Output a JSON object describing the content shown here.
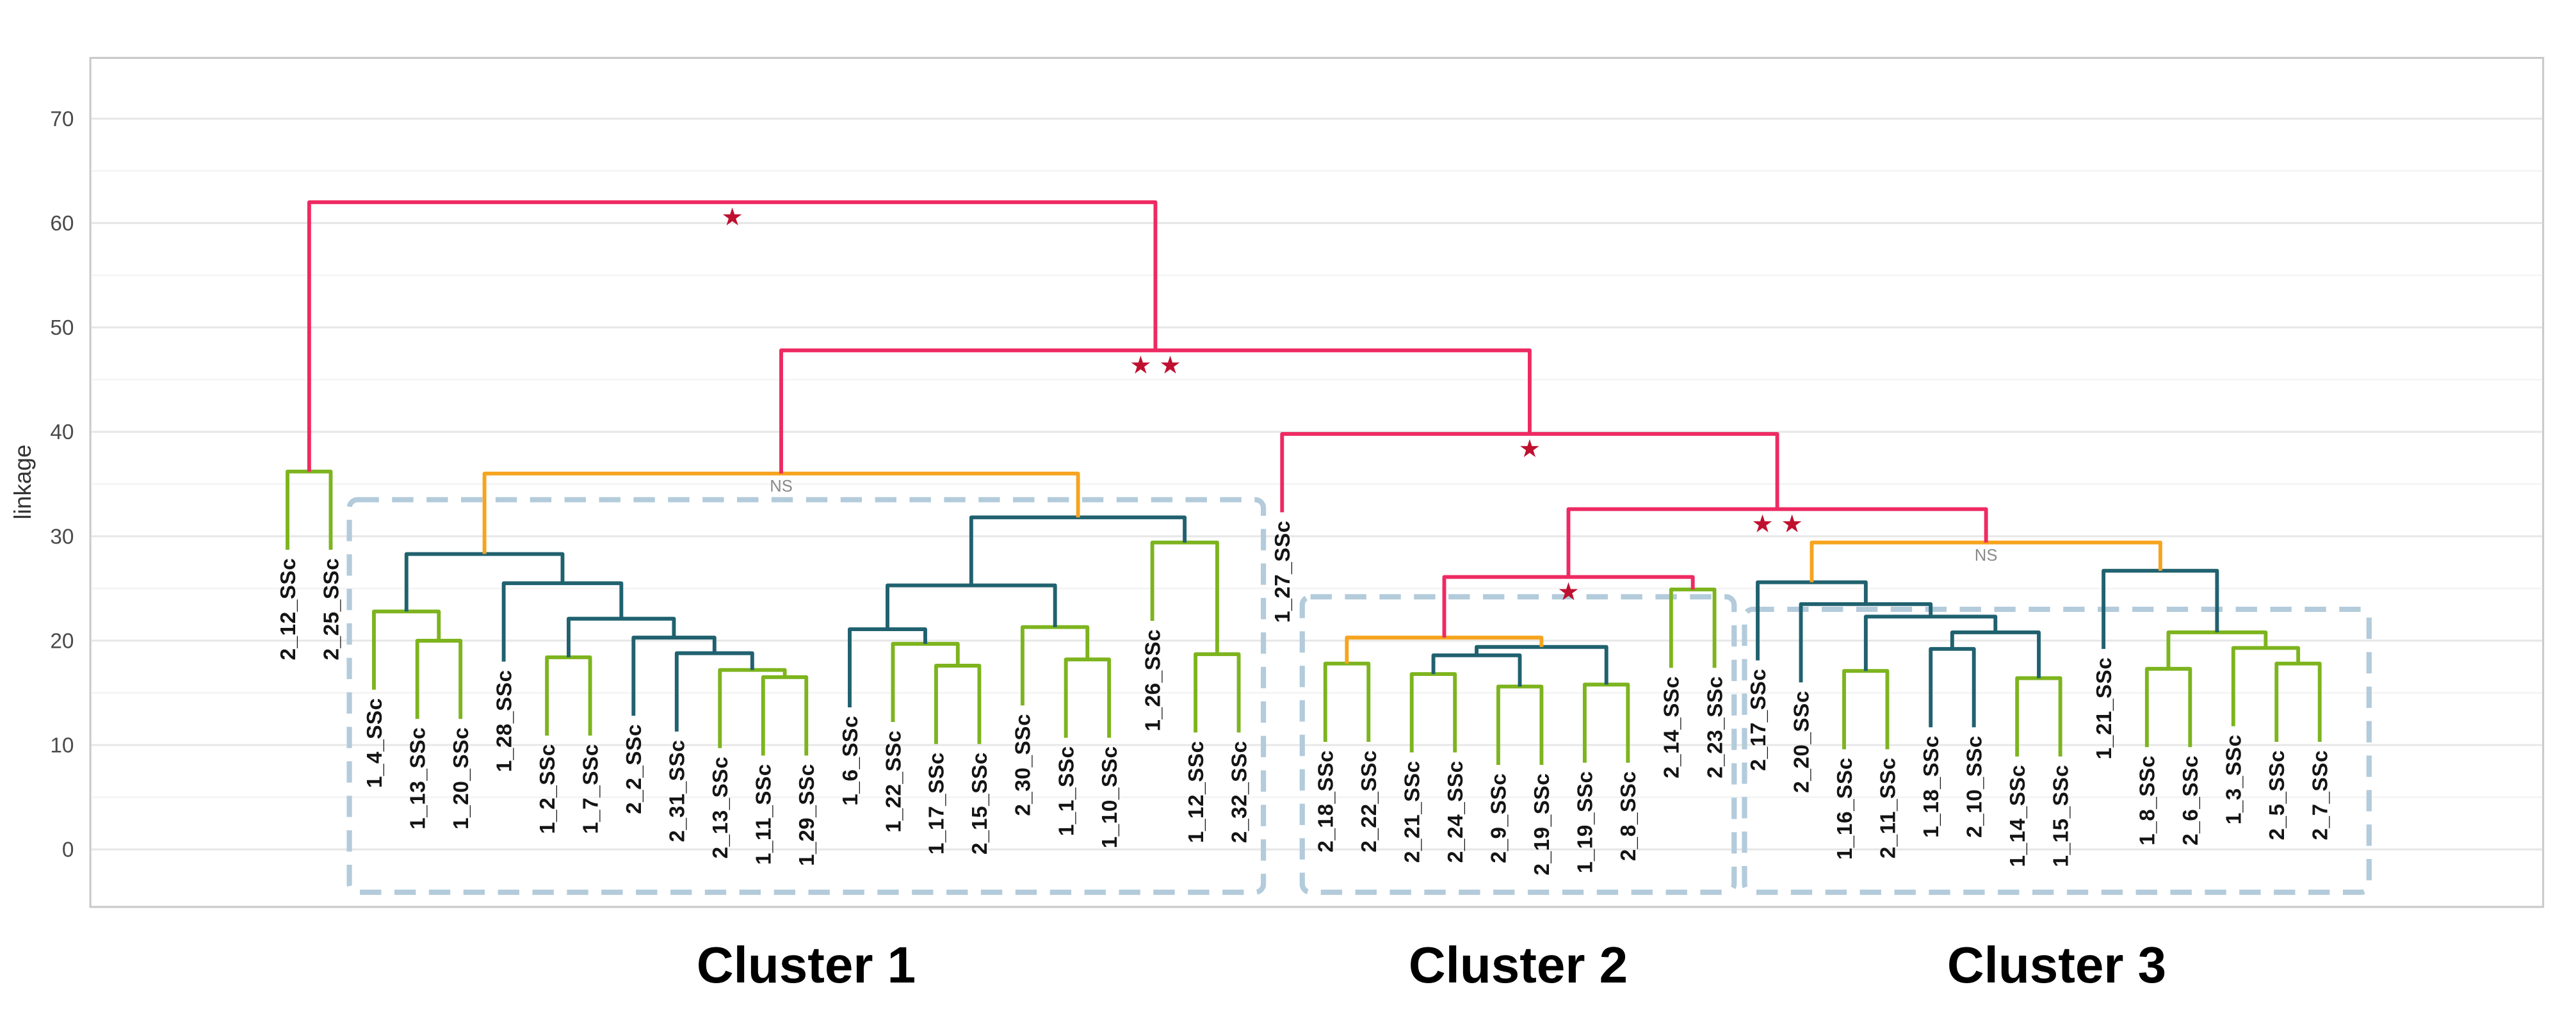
{
  "chart_data": {
    "type": "dendrogram",
    "ylabel": "linkage",
    "yticks": [
      0,
      10,
      20,
      30,
      40,
      50,
      60,
      70
    ],
    "ylim": [
      -4,
      74
    ],
    "grid": "horizontal",
    "legend": "none",
    "leaf_hang": 7.5,
    "colors": {
      "green": "#7db41e",
      "teal": "#20616f",
      "orange": "#f6a41f",
      "pink": "#ee2a62",
      "star": "#bf1030",
      "box": "#b3cbdb"
    },
    "leaves": [
      "2_12_SSc",
      "2_25_SSc",
      "1_4_SSc",
      "1_13_SSc",
      "1_20_SSc",
      "1_28_SSc",
      "1_2_SSc",
      "1_7_SSc",
      "2_2_SSc",
      "2_31_SSc",
      "2_13_SSc",
      "1_11_SSc",
      "1_29_SSc",
      "1_6_SSc",
      "1_22_SSc",
      "1_17_SSc",
      "2_15_SSc",
      "2_30_SSc",
      "1_1_SSc",
      "1_10_SSc",
      "1_26_SSc",
      "1_12_SSc",
      "2_32_SSc",
      "1_27_SSc",
      "2_18_SSc",
      "2_22_SSc",
      "2_21_SSc",
      "2_24_SSc",
      "2_9_SSc",
      "2_19_SSc",
      "1_19_SSc",
      "2_8_SSc",
      "2_14_SSc",
      "2_23_SSc",
      "2_17_SSc",
      "2_20_SSc",
      "1_16_SSc",
      "2_11_SSc",
      "1_18_SSc",
      "2_10_SSc",
      "1_14_SSc",
      "1_15_SSc",
      "1_21_SSc",
      "1_8_SSc",
      "2_6_SSc",
      "1_3_SSc",
      "2_5_SSc",
      "2_7_SSc"
    ],
    "merges": [
      {
        "id": "m1",
        "a": "1_13_SSc",
        "b": "1_20_SSc",
        "h": 20.0,
        "color": "green"
      },
      {
        "id": "m2",
        "a": "1_4_SSc",
        "b": "m1",
        "h": 22.8,
        "color": "green"
      },
      {
        "id": "m3",
        "a": "1_2_SSc",
        "b": "1_7_SSc",
        "h": 18.4,
        "color": "green"
      },
      {
        "id": "m4",
        "a": "1_11_SSc",
        "b": "1_29_SSc",
        "h": 16.5,
        "color": "green"
      },
      {
        "id": "m5",
        "a": "2_13_SSc",
        "b": "m4",
        "h": 17.2,
        "color": "green"
      },
      {
        "id": "m6",
        "a": "2_31_SSc",
        "b": "m5",
        "h": 18.8,
        "color": "teal"
      },
      {
        "id": "m7",
        "a": "2_2_SSc",
        "b": "m6",
        "h": 20.3,
        "color": "teal"
      },
      {
        "id": "m8",
        "a": "m3",
        "b": "m7",
        "h": 22.1,
        "color": "teal"
      },
      {
        "id": "m9",
        "a": "1_28_SSc",
        "b": "m8",
        "h": 25.5,
        "color": "teal"
      },
      {
        "id": "m10",
        "a": "m2",
        "b": "m9",
        "h": 28.3,
        "color": "teal"
      },
      {
        "id": "m11",
        "a": "1_17_SSc",
        "b": "2_15_SSc",
        "h": 17.6,
        "color": "green"
      },
      {
        "id": "m12",
        "a": "1_22_SSc",
        "b": "m11",
        "h": 19.7,
        "color": "green"
      },
      {
        "id": "m13",
        "a": "1_6_SSc",
        "b": "m12",
        "h": 21.1,
        "color": "teal"
      },
      {
        "id": "m14",
        "a": "1_1_SSc",
        "b": "1_10_SSc",
        "h": 18.2,
        "color": "green"
      },
      {
        "id": "m15",
        "a": "2_30_SSc",
        "b": "m14",
        "h": 21.3,
        "color": "green"
      },
      {
        "id": "m16",
        "a": "m13",
        "b": "m15",
        "h": 25.3,
        "color": "teal"
      },
      {
        "id": "m17",
        "a": "1_12_SSc",
        "b": "2_32_SSc",
        "h": 18.7,
        "color": "green"
      },
      {
        "id": "m18",
        "a": "1_26_SSc",
        "b": "m17",
        "h": 29.4,
        "color": "green"
      },
      {
        "id": "m19",
        "a": "m16",
        "b": "m18",
        "h": 31.8,
        "color": "teal"
      },
      {
        "id": "m20",
        "a": "m10",
        "b": "m19",
        "h": 36.0,
        "color": "orange",
        "ns": true
      },
      {
        "id": "m21",
        "a": "2_18_SSc",
        "b": "2_22_SSc",
        "h": 17.8,
        "color": "green"
      },
      {
        "id": "m22",
        "a": "2_9_SSc",
        "b": "2_19_SSc",
        "h": 15.6,
        "color": "green"
      },
      {
        "id": "m23",
        "a": "2_21_SSc",
        "b": "2_24_SSc",
        "h": 16.8,
        "color": "green"
      },
      {
        "id": "m24",
        "a": "m23",
        "b": "m22",
        "h": 18.6,
        "color": "teal"
      },
      {
        "id": "m25",
        "a": "1_19_SSc",
        "b": "2_8_SSc",
        "h": 15.8,
        "color": "green"
      },
      {
        "id": "m26",
        "a": "m24",
        "b": "m25",
        "h": 19.4,
        "color": "teal"
      },
      {
        "id": "m27",
        "a": "m21",
        "b": "m26",
        "h": 20.3,
        "color": "orange"
      },
      {
        "id": "m28",
        "a": "2_14_SSc",
        "b": "2_23_SSc",
        "h": 24.9,
        "color": "green"
      },
      {
        "id": "m29",
        "a": "m27",
        "b": "m28",
        "h": 26.1,
        "color": "pink",
        "stars": 1
      },
      {
        "id": "m30",
        "a": "1_14_SSc",
        "b": "1_15_SSc",
        "h": 16.4,
        "color": "green"
      },
      {
        "id": "m31",
        "a": "1_18_SSc",
        "b": "2_10_SSc",
        "h": 19.2,
        "color": "teal"
      },
      {
        "id": "m32",
        "a": "m31",
        "b": "m30",
        "h": 20.8,
        "color": "teal"
      },
      {
        "id": "m33",
        "a": "1_16_SSc",
        "b": "2_11_SSc",
        "h": 17.1,
        "color": "green"
      },
      {
        "id": "m34",
        "a": "m33",
        "b": "m32",
        "h": 22.3,
        "color": "teal"
      },
      {
        "id": "m35",
        "a": "2_20_SSc",
        "b": "m34",
        "h": 23.5,
        "color": "teal"
      },
      {
        "id": "m36",
        "a": "2_17_SSc",
        "b": "m35",
        "h": 25.6,
        "color": "teal"
      },
      {
        "id": "m37",
        "a": "1_8_SSc",
        "b": "2_6_SSc",
        "h": 17.3,
        "color": "green"
      },
      {
        "id": "m38",
        "a": "2_5_SSc",
        "b": "2_7_SSc",
        "h": 17.8,
        "color": "green"
      },
      {
        "id": "m39",
        "a": "1_3_SSc",
        "b": "m38",
        "h": 19.3,
        "color": "green"
      },
      {
        "id": "m40",
        "a": "m37",
        "b": "m39",
        "h": 20.8,
        "color": "green"
      },
      {
        "id": "m41",
        "a": "1_21_SSc",
        "b": "m40",
        "h": 26.7,
        "color": "teal"
      },
      {
        "id": "m42",
        "a": "m36",
        "b": "m41",
        "h": 29.4,
        "color": "orange",
        "ns": true
      },
      {
        "id": "m43",
        "a": "m29",
        "b": "m42",
        "h": 32.6,
        "color": "pink",
        "stars": 2
      },
      {
        "id": "m44",
        "a": "1_27_SSc",
        "b": "m43",
        "h": 39.8,
        "color": "pink",
        "stars": 1
      },
      {
        "id": "m45",
        "a": "m20",
        "b": "m44",
        "h": 47.8,
        "color": "pink",
        "stars": 2
      },
      {
        "id": "m46",
        "a": "2_12_SSc",
        "b": "2_25_SSc",
        "h": 36.2,
        "color": "green"
      },
      {
        "id": "m47",
        "a": "m46",
        "b": "m45",
        "h": 62.0,
        "color": "pink",
        "stars": 1
      }
    ],
    "annotations": {
      "ns_text": "NS",
      "star_glyph": "★"
    },
    "clusters": [
      {
        "label": "Cluster 1",
        "from_leaf": "1_4_SSc",
        "to_leaf": "2_32_SSc",
        "top": 33.5,
        "pad_left": 15,
        "pad_right": 15
      },
      {
        "label": "Cluster 2",
        "from_leaf": "2_18_SSc",
        "to_leaf": "2_23_SSc",
        "top": 24.2,
        "pad_left": 14,
        "pad_right": 12
      },
      {
        "label": "Cluster 3",
        "from_leaf": "2_17_SSc",
        "to_leaf": "2_7_SSc",
        "top": 23.0,
        "pad_left": 8,
        "pad_right": 30
      }
    ]
  }
}
